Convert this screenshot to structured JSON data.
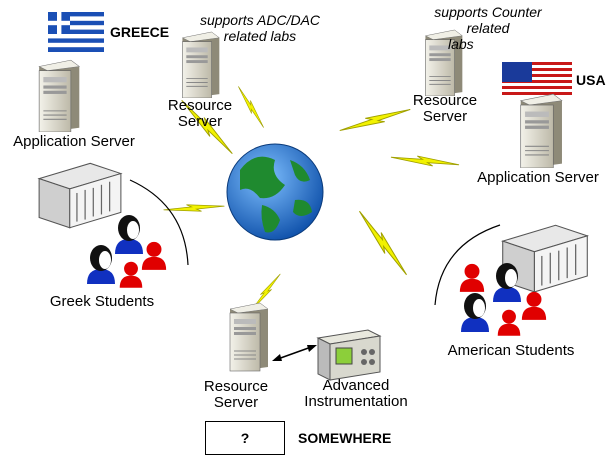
{
  "diagram": {
    "greece": {
      "country": "GREECE",
      "app_server": "Application Server",
      "resource_server_lines": [
        "Resource",
        "Server"
      ],
      "note_lines": [
        "supports ADC/DAC",
        "related labs"
      ],
      "students": "Greek Students"
    },
    "usa": {
      "country": "USA",
      "app_server": "Application Server",
      "resource_server_lines": [
        "Resource",
        "Server"
      ],
      "note_lines": [
        "supports Counter",
        "related",
        "labs"
      ],
      "students": "American Students"
    },
    "remote": {
      "resource_server_lines": [
        "Resource",
        "Server"
      ],
      "instrument_lines": [
        "Advanced",
        "Instrumentation"
      ],
      "unknown_box": "?",
      "unknown_label": "SOMEWHERE"
    },
    "colors": {
      "server": "#d9d6c8",
      "globe_ocean": "#1a6fd6",
      "globe_land": "#1f8a2f",
      "lightning": "#f2f200",
      "student_red": "#e00000",
      "student_blue": "#1030c0"
    },
    "icons": [
      "server-icon",
      "globe-icon",
      "lightning-icon",
      "flag-greece-icon",
      "flag-usa-icon",
      "campus-building-icon",
      "student-icon",
      "instrument-icon"
    ]
  }
}
